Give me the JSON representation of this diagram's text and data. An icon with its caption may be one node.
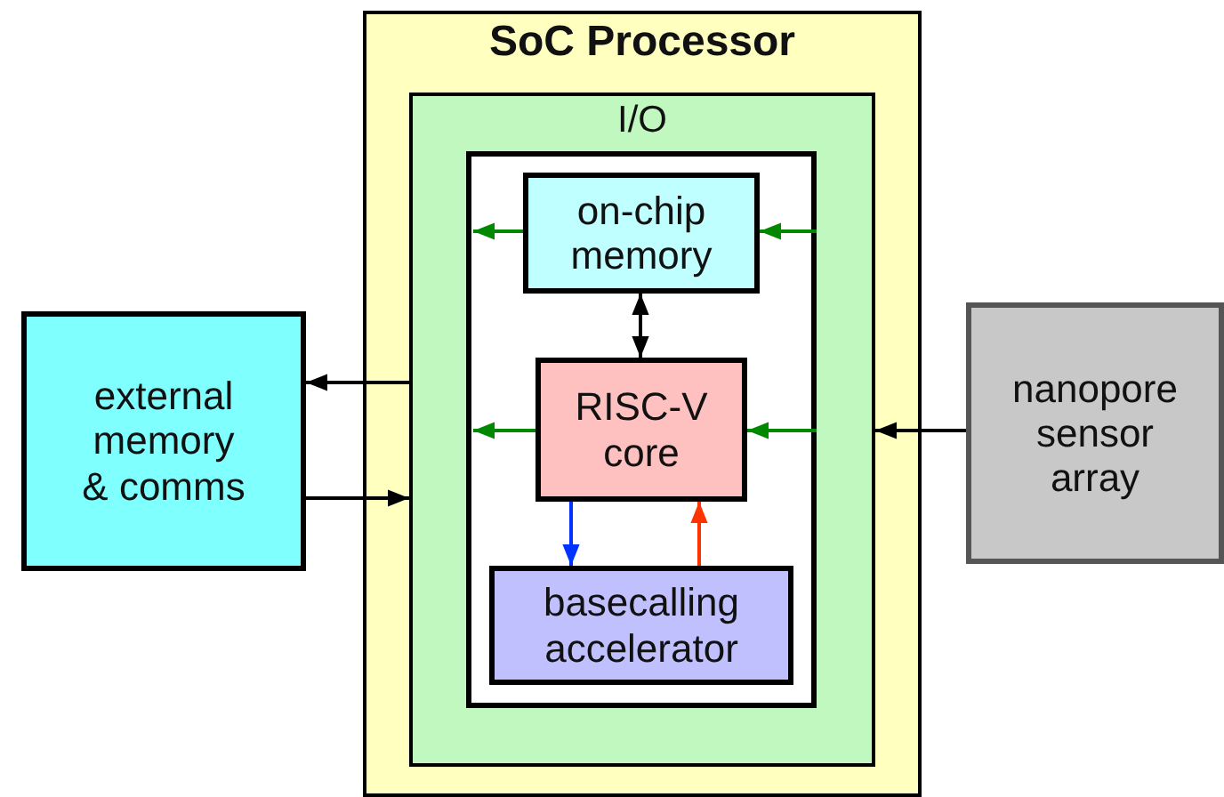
{
  "diagram": {
    "nodes": [
      {
        "text": [
          "SoC Processor"
        ]
      },
      {
        "text": [
          "I/O"
        ],
        "in": 0
      },
      {
        "text": [],
        "shape": "box",
        "in": 1
      },
      {
        "text": [
          "on-chip memory"
        ],
        "in": 2
      },
      {
        "text": [
          "RISC-V core"
        ],
        "in": 2
      },
      {
        "text": [
          "basecalling accelerator"
        ],
        "in": 2
      },
      {
        "text": [
          "external memory & comms"
        ]
      },
      {
        "text": [
          "nanopore sensor array"
        ]
      }
    ],
    "edges": [
      {
        "from": 1,
        "to": 6,
        "arrow": "to"
      },
      {
        "from": 6,
        "to": 1,
        "arrow": "to"
      },
      {
        "from": 7,
        "to": 1,
        "arrow": "to"
      },
      {
        "from": 2,
        "to": 3,
        "arrow": "to",
        "color": "#008800"
      },
      {
        "from": 3,
        "to": 2,
        "arrow": "to",
        "color": "#008800"
      },
      {
        "from": 2,
        "to": 4,
        "arrow": "to",
        "color": "#008800"
      },
      {
        "from": 4,
        "to": 2,
        "arrow": "to",
        "color": "#008800"
      },
      {
        "from": 3,
        "to": 4,
        "arrow": "both"
      },
      {
        "from": 4,
        "to": 5,
        "arrow": "to",
        "color": "#0033ff"
      },
      {
        "from": 5,
        "to": 4,
        "arrow": "to",
        "color": "#ff3300"
      }
    ]
  }
}
